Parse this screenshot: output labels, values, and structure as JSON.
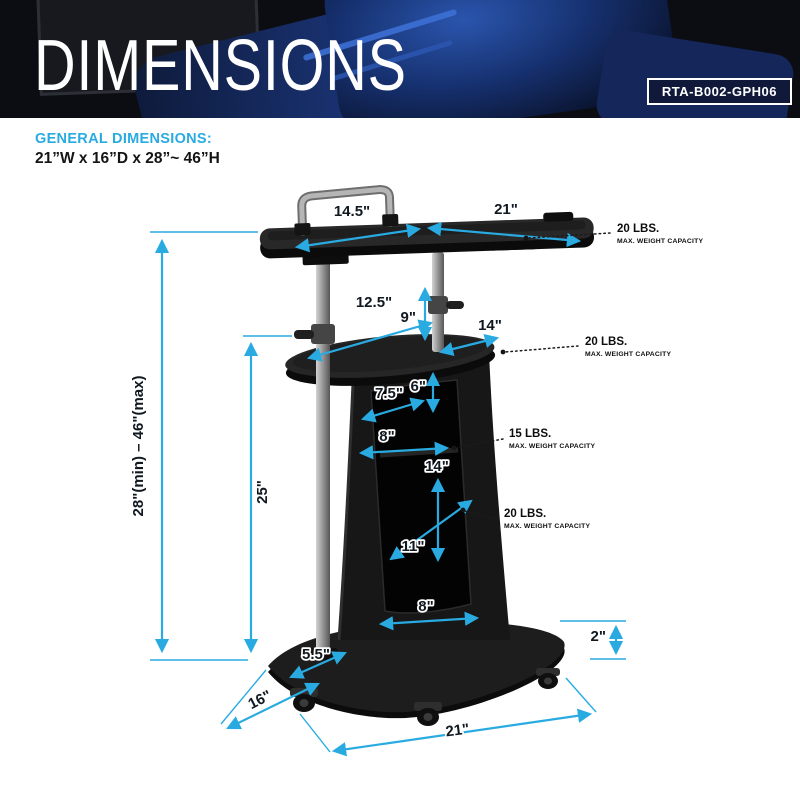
{
  "header": {
    "title": "DIMENSIONS",
    "model": "RTA-B002-GPH06"
  },
  "general_dimensions": {
    "label": "GENERAL DIMENSIONS:",
    "value": "21”W x 16”D x 28”~ 46”H"
  },
  "colors": {
    "accent": "#29ABE2",
    "ink": "#111111",
    "cart": "#1a1a1a"
  },
  "dims": {
    "top_depth": "14.5\"",
    "top_width": "21\"",
    "shelf_depth": "12.5\"",
    "pole_gap": "9\"",
    "shelf_width": "14\"",
    "opening_height": "6\"",
    "opening_depth": "7.5\"",
    "opening_width_top": "8\"",
    "compartment_height": "14\"",
    "compartment_width": "11\"",
    "opening_width_bottom": "8\"",
    "height_range": "28\"(min) – 46\"(max)",
    "inner_height": "25\"",
    "caster_height": "2\"",
    "base_front": "5.5\"",
    "base_depth": "16\"",
    "base_width": "21\""
  },
  "weights": {
    "top": {
      "value": "20 LBS.",
      "caption": "MAX. WEIGHT CAPACITY"
    },
    "shelf": {
      "value": "20 LBS.",
      "caption": "MAX. WEIGHT CAPACITY"
    },
    "upper_shelf": {
      "value": "15 LBS.",
      "caption": "MAX. WEIGHT CAPACITY"
    },
    "lower_compartment": {
      "value": "20 LBS.",
      "caption": "MAX. WEIGHT CAPACITY"
    }
  }
}
